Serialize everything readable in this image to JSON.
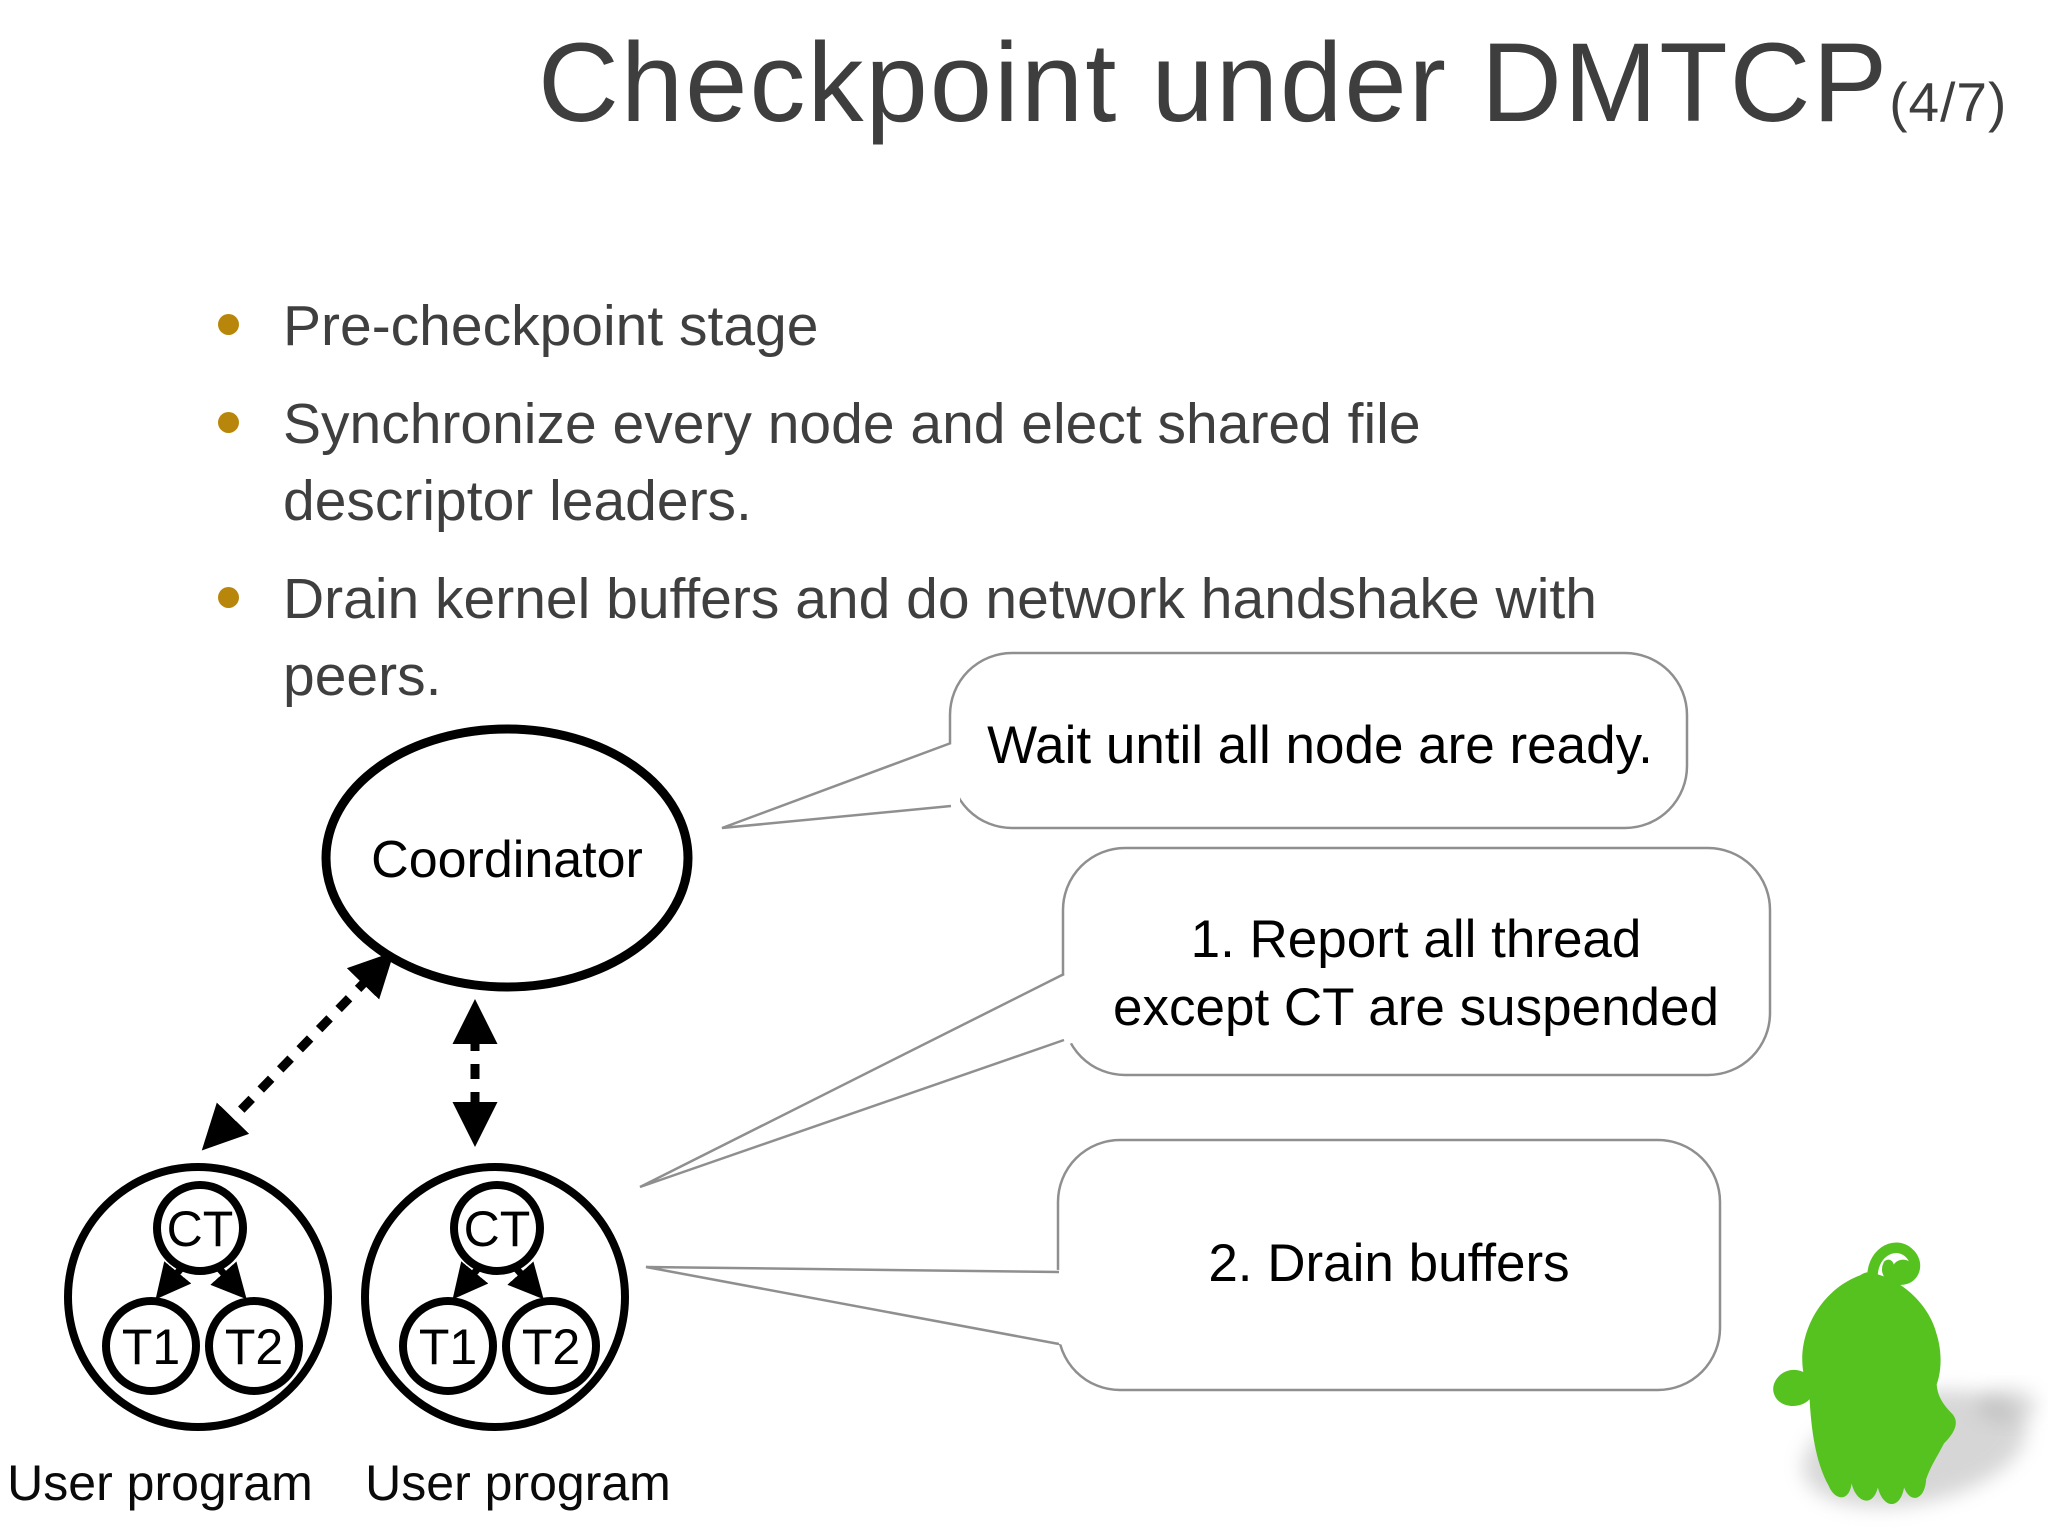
{
  "slide": {
    "title": "Checkpoint under DMTCP",
    "title_suffix": "(4/7)",
    "accent_color": "#B8860B",
    "text_color": "#3F3F3F",
    "bullets": [
      {
        "lines": [
          "Pre-checkpoint stage"
        ]
      },
      {
        "lines": [
          "Synchronize every node and elect shared file",
          "descriptor leaders."
        ]
      },
      {
        "lines": [
          "Drain kernel buffers and do network handshake with",
          "peers."
        ]
      }
    ]
  },
  "diagram": {
    "coordinator_label": "Coordinator",
    "node_ct": "CT",
    "node_t1": "T1",
    "node_t2": "T2",
    "user_program_label": "User program",
    "bubbles": [
      {
        "text": "Wait until all node are ready."
      },
      {
        "line1": "1. Report all thread",
        "line2": "except CT are suspended"
      },
      {
        "text": "2. Drain buffers"
      }
    ],
    "mascot": "green-hand-mascot",
    "mascot_color": "#55C21F"
  }
}
